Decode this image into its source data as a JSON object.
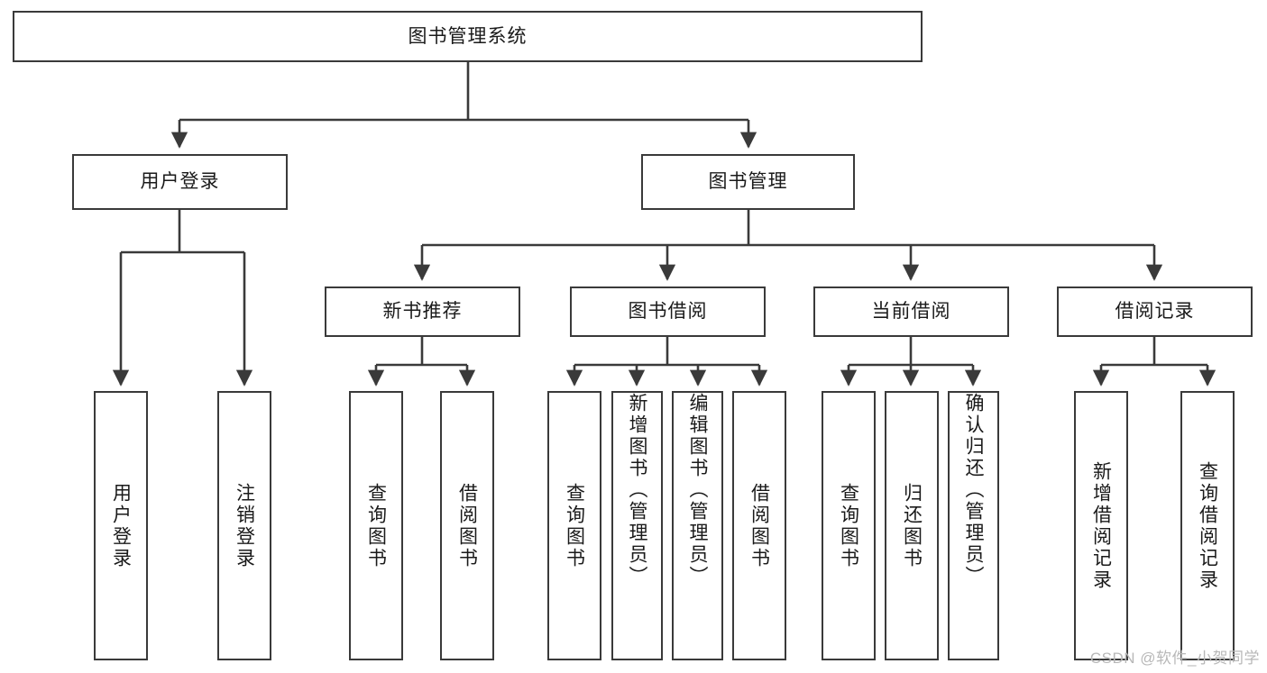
{
  "diagram": {
    "type": "tree-hierarchy-chart",
    "title": "图书管理系统",
    "root": {
      "id": "root",
      "label": "图书管理系统"
    },
    "level1": [
      {
        "id": "user-login",
        "label": "用户登录"
      },
      {
        "id": "book-management",
        "label": "图书管理"
      }
    ],
    "level2": [
      {
        "id": "new-book-recommend",
        "label": "新书推荐",
        "parent": "book-management"
      },
      {
        "id": "book-borrow",
        "label": "图书借阅",
        "parent": "book-management"
      },
      {
        "id": "current-borrow",
        "label": "当前借阅",
        "parent": "book-management"
      },
      {
        "id": "borrow-record",
        "label": "借阅记录",
        "parent": "book-management"
      }
    ],
    "leaves": {
      "user_login": [
        {
          "id": "leaf-user-login",
          "label": "用户登录"
        },
        {
          "id": "leaf-user-logout",
          "label": "注销登录"
        }
      ],
      "new_book_recommend": [
        {
          "id": "leaf-query-book-1",
          "label": "查询图书"
        },
        {
          "id": "leaf-borrow-book-1",
          "label": "借阅图书"
        }
      ],
      "book_borrow": [
        {
          "id": "leaf-query-book-2",
          "label": "查询图书"
        },
        {
          "id": "leaf-add-book-admin",
          "label": "新增图书（管理员）"
        },
        {
          "id": "leaf-edit-book-admin",
          "label": "编辑图书（管理员）"
        },
        {
          "id": "leaf-borrow-book-2",
          "label": "借阅图书"
        }
      ],
      "current_borrow": [
        {
          "id": "leaf-query-book-3",
          "label": "查询图书"
        },
        {
          "id": "leaf-return-book",
          "label": "归还图书"
        },
        {
          "id": "leaf-confirm-return-admin",
          "label": "确认归还（管理员）"
        }
      ],
      "borrow_record": [
        {
          "id": "leaf-add-borrow-record",
          "label": "新增借阅记录"
        },
        {
          "id": "leaf-query-borrow-record",
          "label": "查询借阅记录"
        }
      ]
    },
    "watermark": "CSDN @软件_小贺同学",
    "colors": {
      "background": "#ffffff",
      "box_border": "#3a3a3a",
      "box_fill": "#ffffff",
      "text": "#1a1a1a",
      "connector": "#3a3a3a",
      "watermark": "#b8b8b8"
    }
  }
}
